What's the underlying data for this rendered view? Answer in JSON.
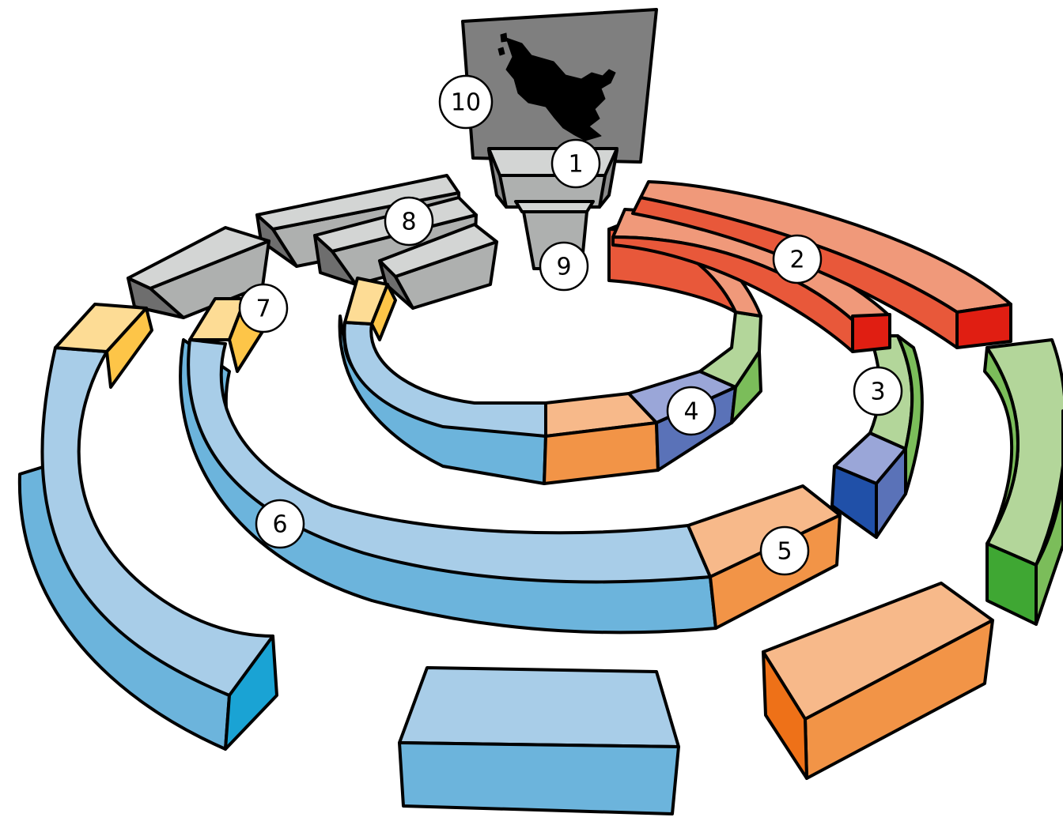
{
  "colors": {
    "outline": "#000000",
    "screen_frame": "#7f7f7f",
    "map_silhouette": "#000000",
    "grey_light": "#d3d5d4",
    "grey_mid": "#aeb0af",
    "grey_dark": "#8a8a8a",
    "grey_darker": "#6e6e6e",
    "red_top": "#f0997a",
    "red_side": "#e8583a",
    "red_end": "#e01e12",
    "green_top": "#b3d69a",
    "green_side": "#7bbd5a",
    "green_end": "#3fa733",
    "indigo_top": "#9aa6d8",
    "indigo_side": "#5a72b8",
    "indigo_end": "#2050a8",
    "orange_top": "#f7b98a",
    "orange_side": "#f29447",
    "orange_end": "#ee7118",
    "blue_top": "#a8cde8",
    "blue_side": "#6cb4dc",
    "blue_end": "#1aa3d4",
    "yellow_top": "#fddc95",
    "yellow_side": "#fdc548"
  },
  "badges": [
    {
      "id": "badge-1",
      "label": "1"
    },
    {
      "id": "badge-2",
      "label": "2"
    },
    {
      "id": "badge-3",
      "label": "3"
    },
    {
      "id": "badge-4",
      "label": "4"
    },
    {
      "id": "badge-5",
      "label": "5"
    },
    {
      "id": "badge-6",
      "label": "6"
    },
    {
      "id": "badge-7",
      "label": "7"
    },
    {
      "id": "badge-8",
      "label": "8"
    },
    {
      "id": "badge-9",
      "label": "9"
    },
    {
      "id": "badge-10",
      "label": "10"
    }
  ]
}
